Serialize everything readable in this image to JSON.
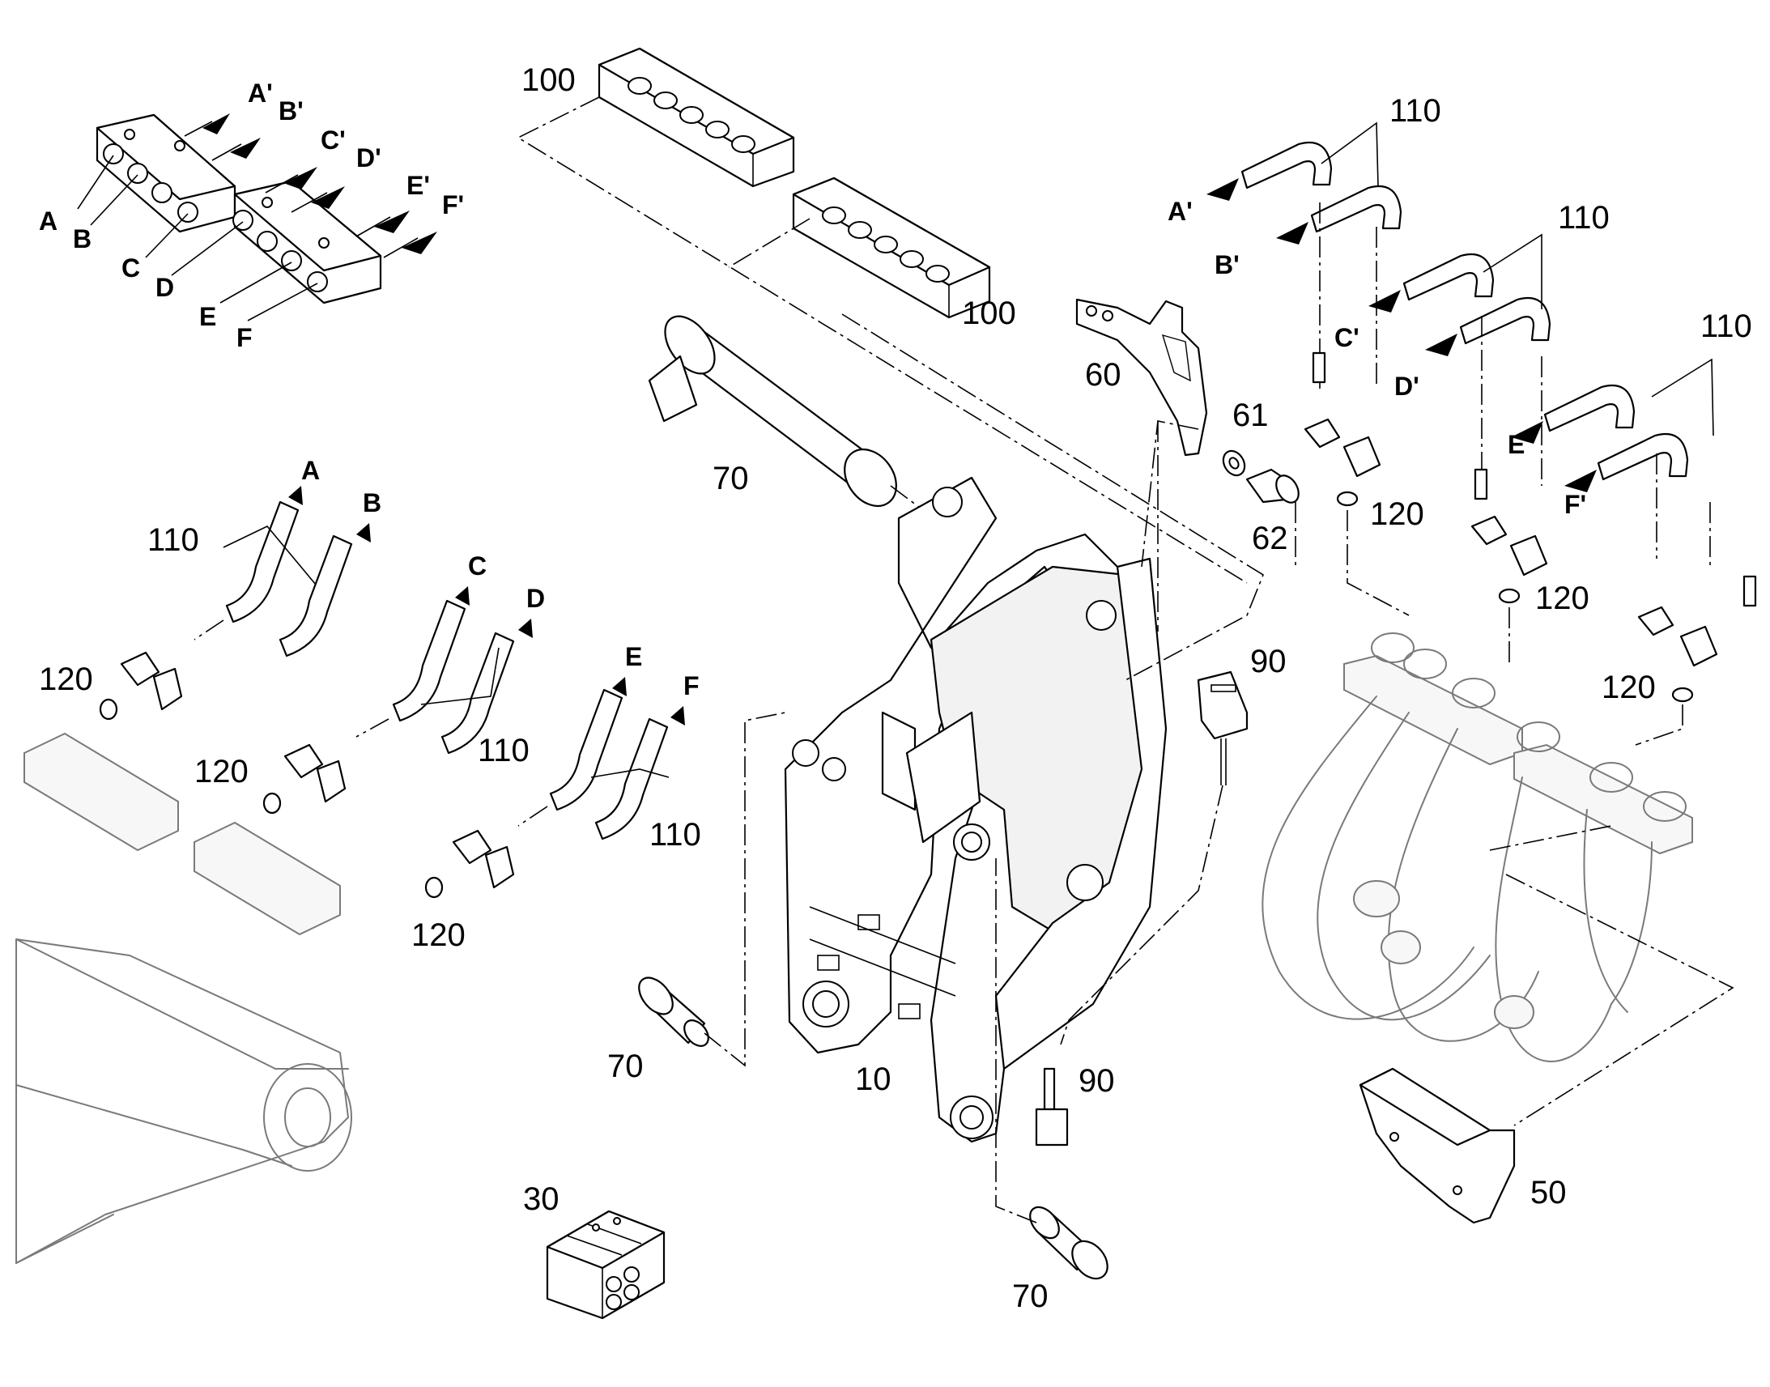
{
  "callouts": {
    "part_10": "10",
    "part_30": "30",
    "part_50": "50",
    "part_60": "60",
    "part_61": "61",
    "part_62": "62",
    "part_70": "70",
    "part_90": "90",
    "part_100": "100",
    "part_110": "110",
    "part_120": "120"
  },
  "port_letters": {
    "a": "A",
    "b": "B",
    "c": "C",
    "d": "D",
    "e": "E",
    "f": "F",
    "a_prime": "A'",
    "b_prime": "B'",
    "c_prime": "C'",
    "d_prime": "D'",
    "e_prime": "E'",
    "f_prime": "F'"
  }
}
